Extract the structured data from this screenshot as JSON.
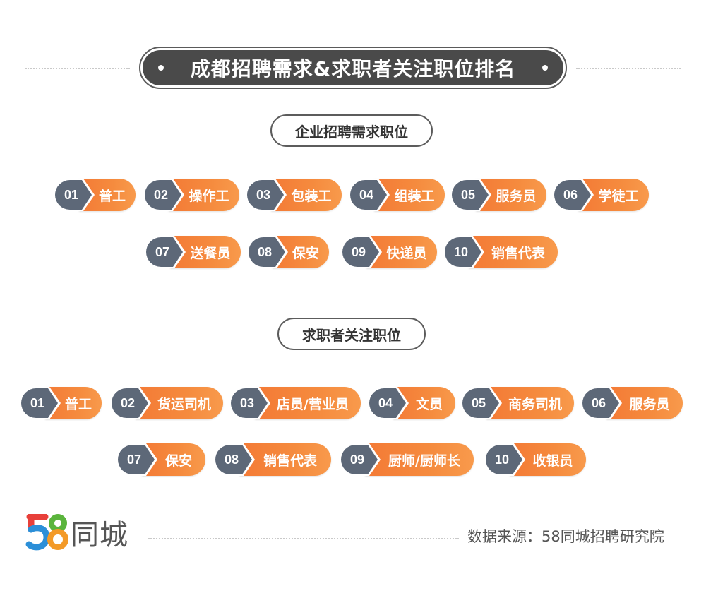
{
  "header": {
    "title": "成都招聘需求&求职者关注职位排名"
  },
  "sections": [
    {
      "label": "企业招聘需求职位",
      "rows": [
        [
          {
            "rank": "01",
            "job": "普工"
          },
          {
            "rank": "02",
            "job": "操作工"
          },
          {
            "rank": "03",
            "job": "包装工"
          },
          {
            "rank": "04",
            "job": "组装工"
          },
          {
            "rank": "05",
            "job": "服务员"
          },
          {
            "rank": "06",
            "job": "学徒工"
          }
        ],
        [
          {
            "rank": "07",
            "job": "送餐员"
          },
          {
            "rank": "08",
            "job": "保安"
          },
          {
            "rank": "09",
            "job": "快递员"
          },
          {
            "rank": "10",
            "job": "销售代表"
          }
        ]
      ]
    },
    {
      "label": "求职者关注职位",
      "rows": [
        [
          {
            "rank": "01",
            "job": "普工"
          },
          {
            "rank": "02",
            "job": "货运司机"
          },
          {
            "rank": "03",
            "job": "店员/营业员"
          },
          {
            "rank": "04",
            "job": "文员"
          },
          {
            "rank": "05",
            "job": "商务司机"
          },
          {
            "rank": "06",
            "job": "服务员"
          }
        ],
        [
          {
            "rank": "07",
            "job": "保安"
          },
          {
            "rank": "08",
            "job": "销售代表"
          },
          {
            "rank": "09",
            "job": "厨师/厨师长"
          },
          {
            "rank": "10",
            "job": "收银员"
          }
        ]
      ]
    }
  ],
  "footer": {
    "logo_number": "58",
    "logo_text": "同城",
    "source": "数据来源：58同城招聘研究院"
  },
  "colors": {
    "rank_badge": "#5d6878",
    "job_chip": "#f47a36",
    "title_bg": "#4a4a4a",
    "logo_red": "#e8403a",
    "logo_blue": "#2b8fd8",
    "logo_green": "#5ab43c",
    "logo_orange": "#f39a28"
  }
}
